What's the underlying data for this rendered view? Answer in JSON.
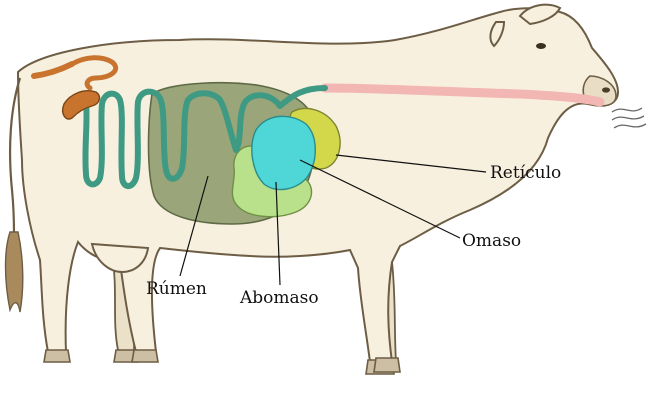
{
  "diagram": {
    "labels": {
      "reticulo": "Retículo",
      "omaso": "Omaso",
      "rumen": "Rúmen",
      "abomaso": "Abomaso"
    },
    "colors": {
      "cow_fill": "#f7f0df",
      "cow_outline": "#6d5d45",
      "rumen": "#9aa67a",
      "reticulo": "#d2d84a",
      "omaso": "#4fd6d6",
      "abomaso": "#b9e08a",
      "intestine": "#3f9a84",
      "esophagus": "#f2b7b2",
      "colon": "#c8742e",
      "leader_line": "#111111"
    }
  }
}
